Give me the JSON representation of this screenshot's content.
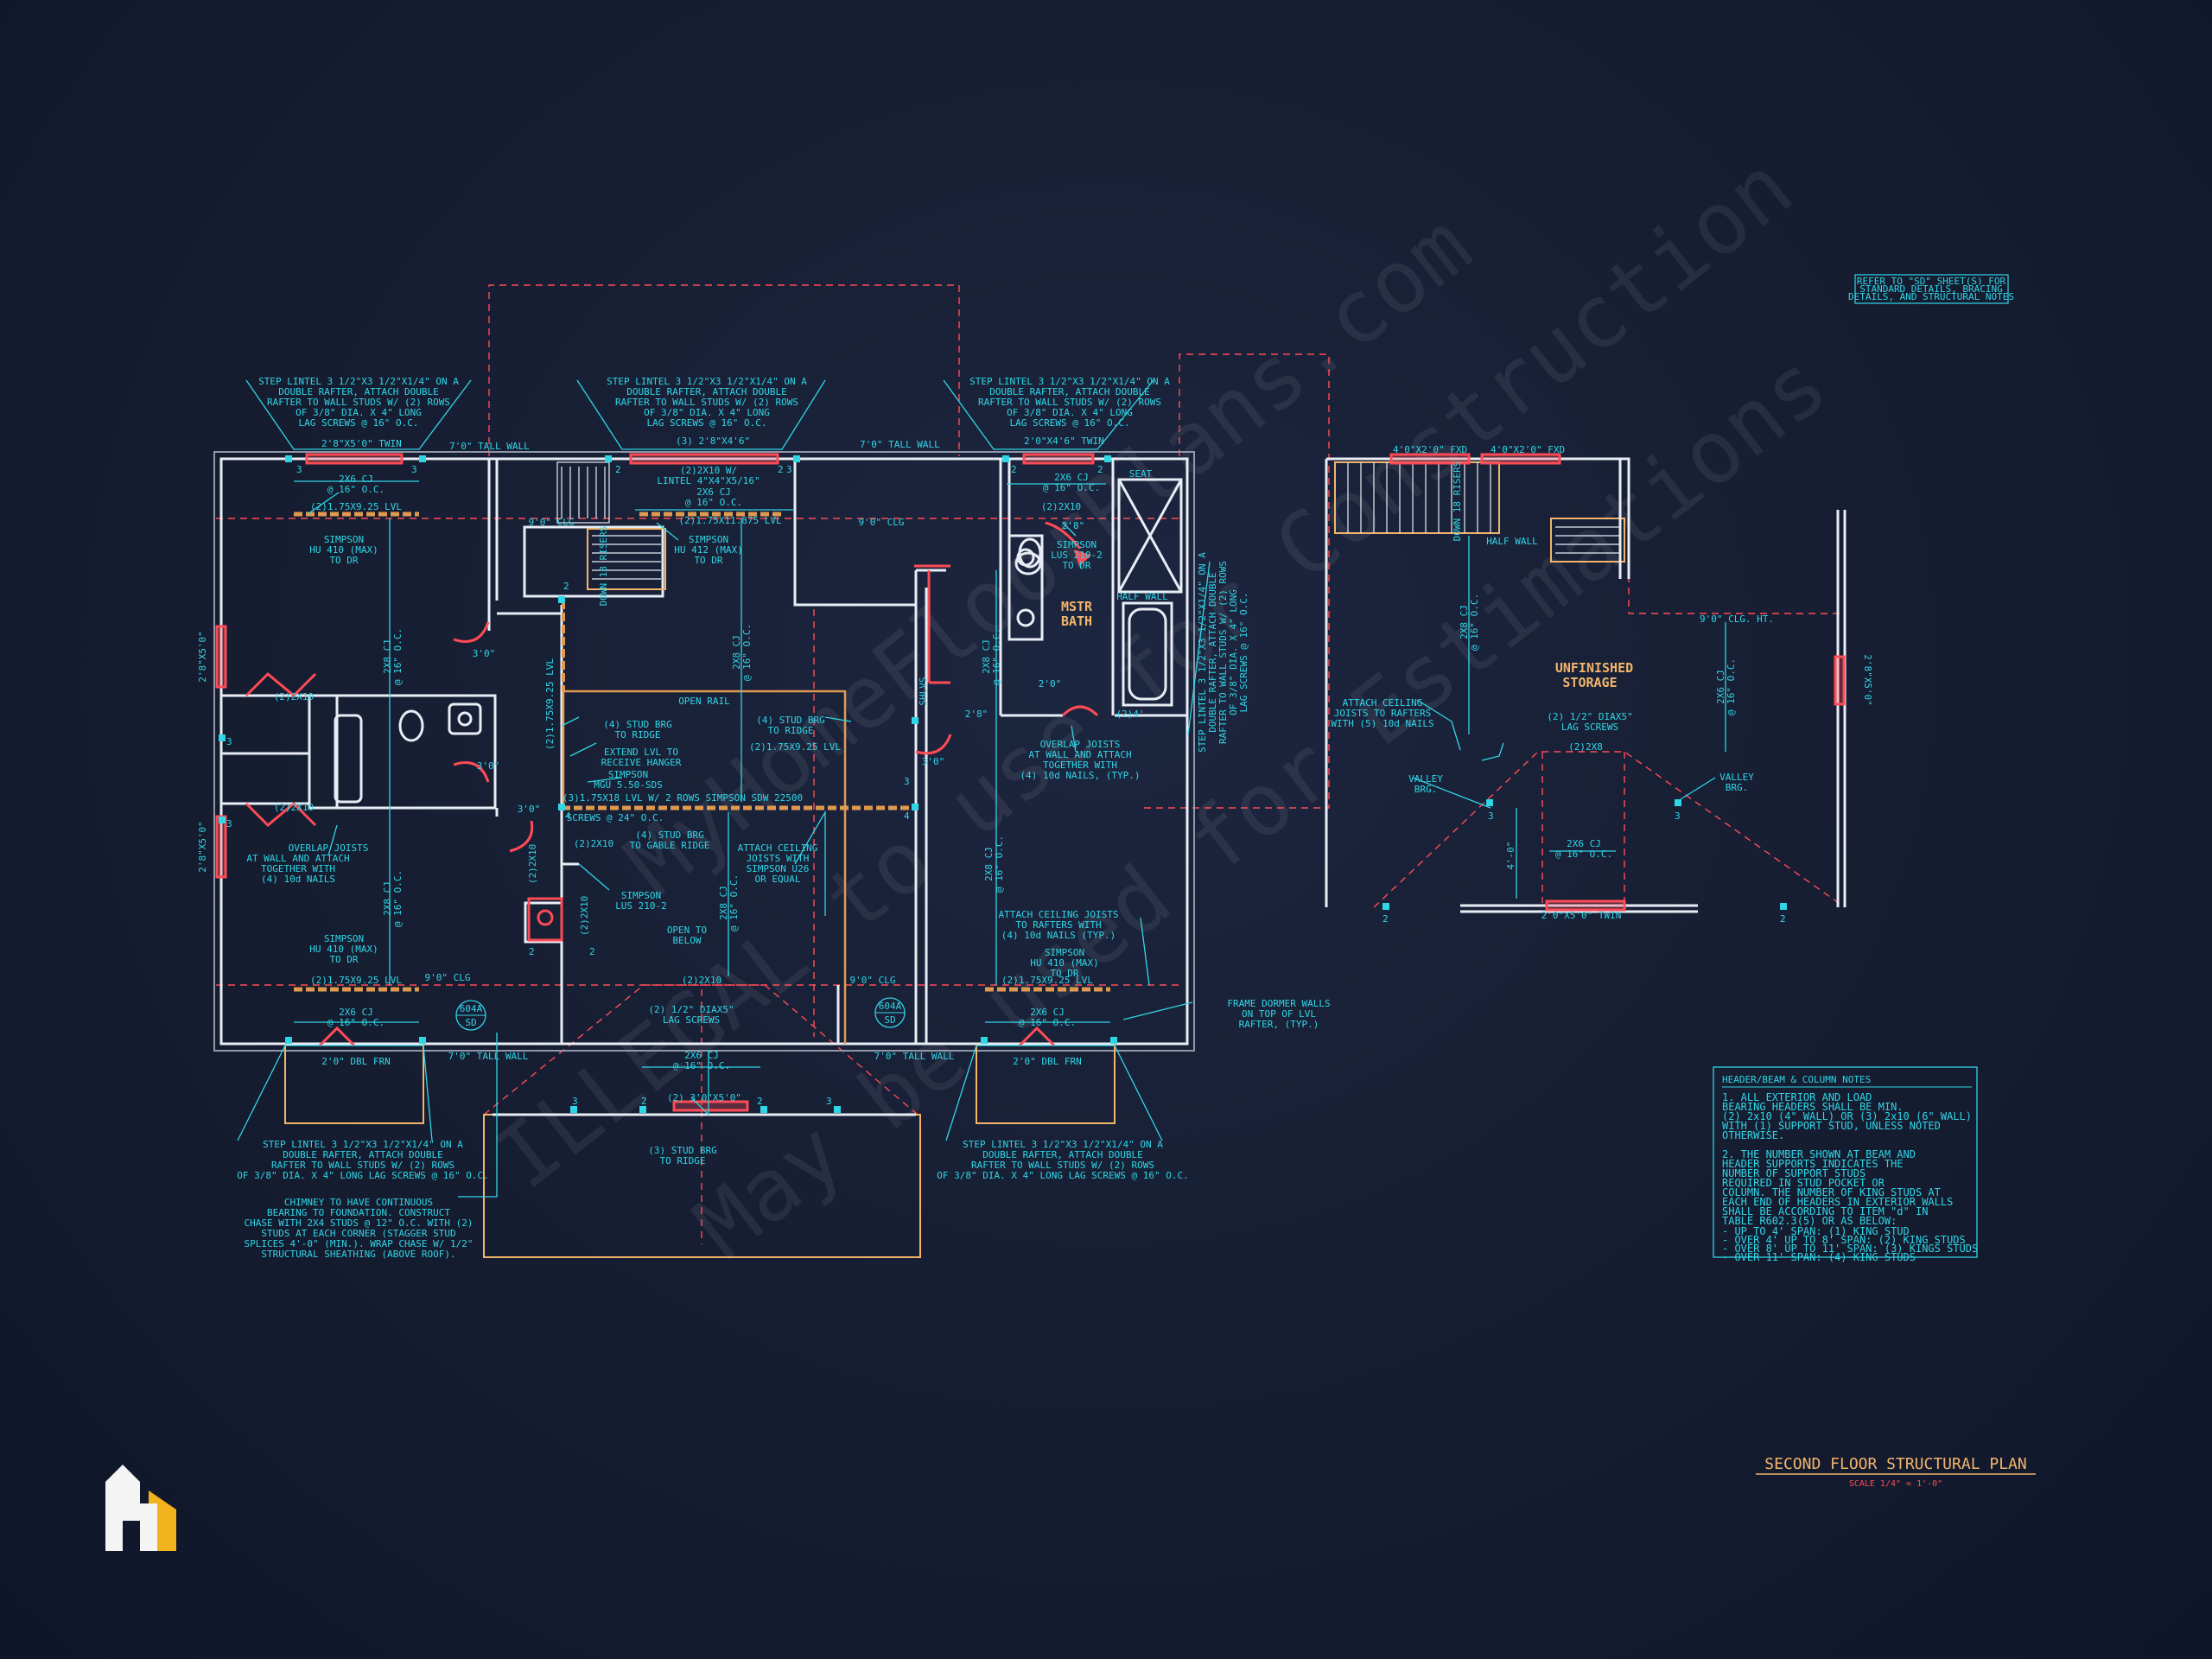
{
  "plan": {
    "title": "SECOND FLOOR STRUCTURAL PLAN",
    "scale": "SCALE 1/4\" = 1'-0\"",
    "refer_note": [
      "REFER TO \"SD\" SHEET(S) FOR",
      "STANDARD DETAILS, BRACING",
      "DETAILS, AND STRUCTURAL NOTES"
    ],
    "watermark": {
      "line1": "MyHomeFloorPlans.com",
      "line2": "ILLEGAL to use for Construction",
      "line3": "May be used for Estimations"
    }
  },
  "notes": {
    "header": "HEADER/BEAM & COLUMN NOTES",
    "lines": [
      "1. ALL EXTERIOR AND LOAD",
      "BEARING HEADERS SHALL BE MIN.",
      "(2) 2x10 (4\" WALL) OR (3) 2x10 (6\" WALL)",
      "WITH (1) SUPPORT STUD, UNLESS NOTED",
      "OTHERWISE.",
      "",
      "2. THE NUMBER SHOWN AT BEAM AND",
      "HEADER SUPPORTS INDICATES THE",
      "NUMBER OF SUPPORT STUDS",
      "REQUIRED IN STUD POCKET OR",
      "COLUMN. THE NUMBER OF KING STUDS AT",
      "EACH END OF HEADERS IN EXTERIOR WALLS",
      "SHALL BE ACCORDING TO ITEM \"d\" IN",
      "TABLE R602.3(5) OR AS BELOW:",
      "",
      "- UP TO 4' SPAN: (1) KING STUD",
      "- OVER 4' UP TO 8' SPAN: (2) KING STUDS",
      "- OVER 8' UP TO 11' SPAN: (3) KINGS STUDS",
      "- OVER 11' SPAN: (4) KING STUDS"
    ]
  },
  "rooms": {
    "mstr_bath_1": "MSTR",
    "mstr_bath_2": "BATH",
    "storage_1": "UNFINISHED",
    "storage_2": "STORAGE"
  },
  "callouts": {
    "lintel": [
      "STEP LINTEL 3 1/2\"X3 1/2\"X1/4\" ON A",
      "DOUBLE RAFTER, ATTACH DOUBLE",
      "RAFTER TO WALL STUDS W/ (2) ROWS",
      "OF 3/8\" DIA. X 4\" LONG",
      "LAG SCREWS @ 16\" O.C."
    ],
    "lintel_bottom": [
      "STEP LINTEL 3 1/2\"X3 1/2\"X1/4\" ON A",
      "DOUBLE RAFTER, ATTACH DOUBLE",
      "RAFTER TO WALL STUDS W/ (2) ROWS",
      "OF 3/8\" DIA. X 4\" LONG LAG SCREWS @ 16\" O.C."
    ],
    "lintel_vertical": [
      "STEP LINTEL 3 1/2\"X3 1/2\"X1/4\" ON A",
      "DOUBLE RAFTER, ATTACH DOUBLE",
      "RAFTER TO WALL STUDS W/ (2) ROWS",
      "OF 3/8\" DIA. X 4\" LONG",
      "LAG SCREWS @ 16\" O.C."
    ],
    "chimney": [
      "CHIMNEY TO HAVE CONTINUOUS",
      "BEARING TO FOUNDATION. CONSTRUCT",
      "CHASE WITH 2X4 STUDS @ 12\" O.C. WITH (2)",
      "STUDS AT EACH CORNER (STAGGER STUD",
      "SPLICES 4'-0\" (MIN.). WRAP CHASE W/ 1/2\"",
      "STRUCTURAL SHEATHING (ABOVE ROOF)."
    ],
    "frame_dormer": [
      "FRAME DORMER WALLS",
      "ON TOP OF LVL",
      "RAFTER, (TYP.)"
    ],
    "overlap_left": [
      "OVERLAP JOISTS",
      "AT WALL AND ATTACH",
      "TOGETHER WITH",
      "(4) 10d NAILS"
    ],
    "overlap_right": [
      "OVERLAP JOISTS",
      "AT WALL AND ATTACH",
      "TOGETHER WITH",
      "(4) 10d NAILS, (TYP.)"
    ],
    "attach_ceiling_right": [
      "ATTACH CEILING JOISTS",
      "TO RAFTERS WITH",
      "(4) 10d NAILS (TYP.)"
    ],
    "attach_ceiling_storage": [
      "ATTACH CEILING",
      "JOISTS TO RAFTERS",
      "WITH (5) 10d NAILS"
    ],
    "attach_ceiling_center": [
      "ATTACH CEILING",
      "JOISTS WITH",
      "SIMPSON U26",
      "OR EQUAL"
    ],
    "stud_brg_ridge_1": [
      "(4) STUD BRG",
      "TO RIDGE"
    ],
    "stud_brg_ridge_2": [
      "(4) STUD BRG",
      "TO RIDGE"
    ],
    "stud_brg_gable": [
      "(4) STUD BRG",
      "TO GABLE RIDGE"
    ],
    "stud_brg_ridge_3": [
      "(3) STUD BRG",
      "TO RIDGE"
    ],
    "extend_lvl": [
      "EXTEND LVL TO",
      "RECEIVE HANGER"
    ],
    "simpson_mgu": [
      "SIMPSON",
      "MGU 5.50-SDS"
    ],
    "sdw": "(3)1.75X18 LVL W/ 2 ROWS SIMPSON SDW 22500",
    "sdw2": "SCREWS @ 24\" O.C.",
    "simpson_hu410_a": [
      "SIMPSON",
      "HU 410 (MAX)",
      "TO DR"
    ],
    "simpson_hu412": [
      "SIMPSON",
      "HU 412 (MAX)",
      "TO DR"
    ],
    "simpson_lus_a": [
      "SIMPSON",
      "LUS 210-2",
      "TO DR"
    ],
    "simpson_lus_b": [
      "SIMPSON",
      "LUS 210-2"
    ],
    "simpson_hu410_b": [
      "SIMPSON",
      "HU 410 (MAX)",
      "TO DR"
    ],
    "simpson_hu410_c": [
      "SIMPSON",
      "HU 410 (MAX)",
      "TO DR"
    ],
    "lintel_w": [
      "(2)2X10 W/",
      "LINTEL 4\"X4\"X5/16\""
    ],
    "lag_screws_a": [
      "(2) 1/2\" DIAX5\"",
      "LAG SCREWS"
    ],
    "lag_screws_b": [
      "(2) 1/2\" DIAX5\"",
      "LAG SCREWS"
    ],
    "valley_l": [
      "VALLEY",
      "BRG."
    ],
    "valley_r": [
      "VALLEY",
      "BRG."
    ],
    "open_to_below": [
      "OPEN TO",
      "BELOW"
    ]
  },
  "labels": {
    "twin_left": "2'8\"X5'0\" TWIN",
    "tall_wall_top_a": "7'0\" TALL WALL",
    "header_3": "(3) 2'8\"X4'6\"",
    "tall_wall_top_b": "7'0\" TALL WALL",
    "twin_right": "2'0\"X4'6\" TWIN",
    "fxd_a": "4'0\"X2'0\" FXD",
    "fxd_b": "4'0\"X2'0\" FXD",
    "cj_2x6": "2X6 CJ",
    "oc_16": "@ 16\" O.C.",
    "lvl_925": "(2)1.75X9.25 LVL",
    "lvl_1188": "(2)1.75X11.875 LVL",
    "clg_9": "9'0\" CLG",
    "clg_9_ht": "9'0\" CLG. HT.",
    "cj_2x8": "2X8 CJ",
    "open_rail": "OPEN RAIL",
    "half_wall": "HALF WALL",
    "seat": "SEAT",
    "shelves": "SHLVS",
    "d_2210": "(2)2X10",
    "d_2x8": "(2)2X8",
    "win_left_a": "2'8\"X5'0\"",
    "win_left_b": "2'8\"X5'0\"",
    "win_right": "2'8\"X5'0\"",
    "dim_3_0": "3'0\"",
    "dim_2_8": "2'8\"",
    "dim_2_0": "2'0\"",
    "dim_2_4": "(2)4'",
    "dim_4_0": "4'-0\"",
    "dbl_frn": "2'0\" DBL FRN",
    "twin_bottom": "2'0\"X5'0\" TWIN",
    "twin_storage": "2'0\"X5'0\" TWIN",
    "header_bottom": "(2) 3'0\"X5'0\"",
    "tall_wall_bottom": "7'0\" TALL WALL",
    "down_risers": "DOWN 18 RISERS",
    "lvl_vertical": "(2)1.75X9.25 LVL",
    "tag_top": "604A",
    "tag_bottom": "SD",
    "stud_2": "2",
    "stud_3": "3",
    "stud_4": "4"
  },
  "colors": {
    "background": "#161d31",
    "line_cyan": "#2fd6e6",
    "wall_white": "#e8edf5",
    "accent_red": "#ff4b55",
    "beam_orange": "#e09a50",
    "title_orange": "#f2b56b",
    "logo_white": "#f4f4f4",
    "logo_yellow": "#f2b21c"
  },
  "icons": {
    "logo": "house-logo-icon"
  }
}
